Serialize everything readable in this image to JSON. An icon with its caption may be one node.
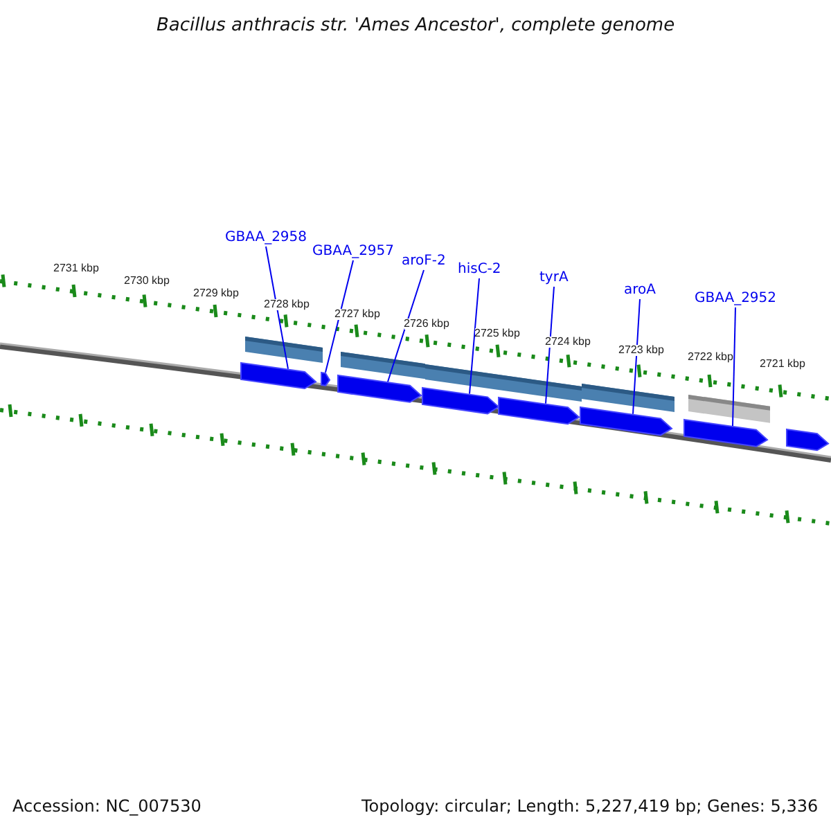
{
  "diagram": {
    "title": "Bacillus anthracis str. 'Ames Ancestor', complete genome",
    "nodes": [
      {
        "text": [
          "GBAA_2958"
        ]
      },
      {
        "text": [
          "GBAA_2957"
        ]
      },
      {
        "text": [
          "aroF-2"
        ]
      },
      {
        "text": [
          "hisC-2"
        ]
      },
      {
        "text": [
          "tyrA"
        ]
      },
      {
        "text": [
          "aroA"
        ]
      },
      {
        "text": [
          "GBAA_2952"
        ]
      },
      {
        "text": [],
        "shape": "bar"
      },
      {
        "text": [],
        "shape": "bar"
      },
      {
        "text": [],
        "shape": "bar"
      },
      {
        "text": [],
        "shape": "bar"
      },
      {
        "text": [],
        "shape": "bar"
      },
      {
        "text": [],
        "shape": "bar"
      },
      {
        "text": [],
        "shape": "bar"
      },
      {
        "text": [],
        "shape": "bar"
      }
    ],
    "edges": [
      {
        "from": 0,
        "to": 7,
        "arrow": "none"
      },
      {
        "from": 1,
        "to": 8,
        "arrow": "none"
      },
      {
        "from": 2,
        "to": 9,
        "arrow": "none"
      },
      {
        "from": 3,
        "to": 10,
        "arrow": "none"
      },
      {
        "from": 4,
        "to": 11,
        "arrow": "none"
      },
      {
        "from": 5,
        "to": 12,
        "arrow": "none"
      },
      {
        "from": 6,
        "to": 13,
        "arrow": "none"
      }
    ],
    "labels": [
      "2731 kbp",
      "2730 kbp",
      "2729 kbp",
      "2728 kbp",
      "2727 kbp",
      "2726 kbp",
      "2725 kbp",
      "2724 kbp",
      "2723 kbp",
      "2722 kbp",
      "2721 kbp",
      "Accession: NC_007530",
      "Topology: circular; Length: 5,227,419 bp; Genes: 5,336"
    ]
  }
}
